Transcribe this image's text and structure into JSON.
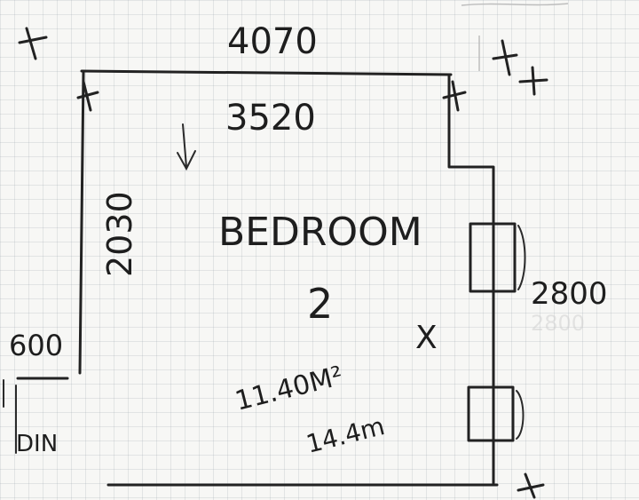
{
  "labels": {
    "top_outer": "4070",
    "top_inner": "3520",
    "left_side": "2030",
    "right_side": "2800",
    "small_left": "600",
    "din": "DIN",
    "room_name": "BEDROOM",
    "room_number": "2",
    "area": "11.40M²",
    "perimeter": "14.4m",
    "corner_mark": "X"
  },
  "colors": {
    "ink": "#222222",
    "paper": "#f7f7f5",
    "grid": "#a0aab4"
  }
}
